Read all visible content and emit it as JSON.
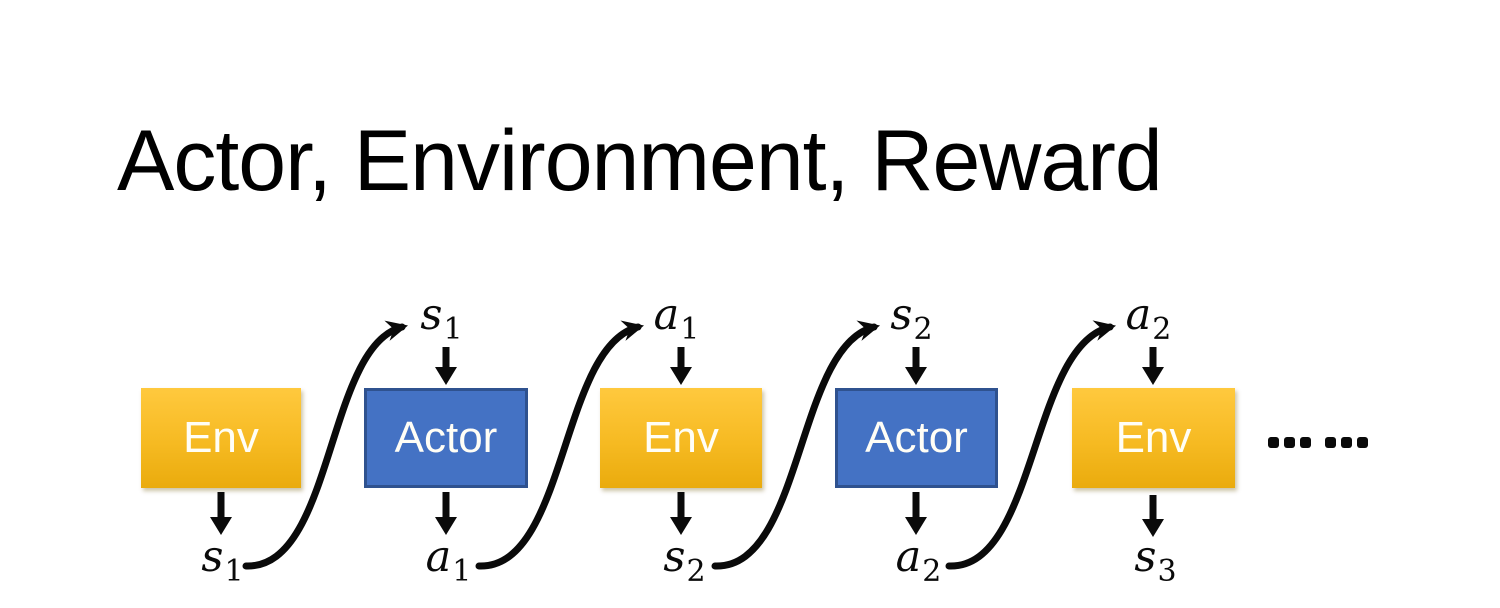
{
  "slide": {
    "title": "Actor, Environment, Reward",
    "boxes": [
      {
        "id": "env-1",
        "label": "Env"
      },
      {
        "id": "actor-1",
        "label": "Actor"
      },
      {
        "id": "env-2",
        "label": "Env"
      },
      {
        "id": "actor-2",
        "label": "Actor"
      },
      {
        "id": "env-3",
        "label": "Env"
      }
    ],
    "top_labels": [
      {
        "base": "s",
        "sub": "1"
      },
      {
        "base": "a",
        "sub": "1"
      },
      {
        "base": "s",
        "sub": "2"
      },
      {
        "base": "a",
        "sub": "2"
      }
    ],
    "bottom_labels": [
      {
        "base": "s",
        "sub": "1"
      },
      {
        "base": "a",
        "sub": "1"
      },
      {
        "base": "s",
        "sub": "2"
      },
      {
        "base": "a",
        "sub": "2"
      },
      {
        "base": "s",
        "sub": "3"
      }
    ],
    "ellipsis_dot_count": 6,
    "colors": {
      "env_top": "#FFC93E",
      "env_bottom": "#EAAB0D",
      "actor_fill": "#4472C4",
      "actor_border": "#2F528F",
      "arrow": "#0A0A0A"
    }
  }
}
